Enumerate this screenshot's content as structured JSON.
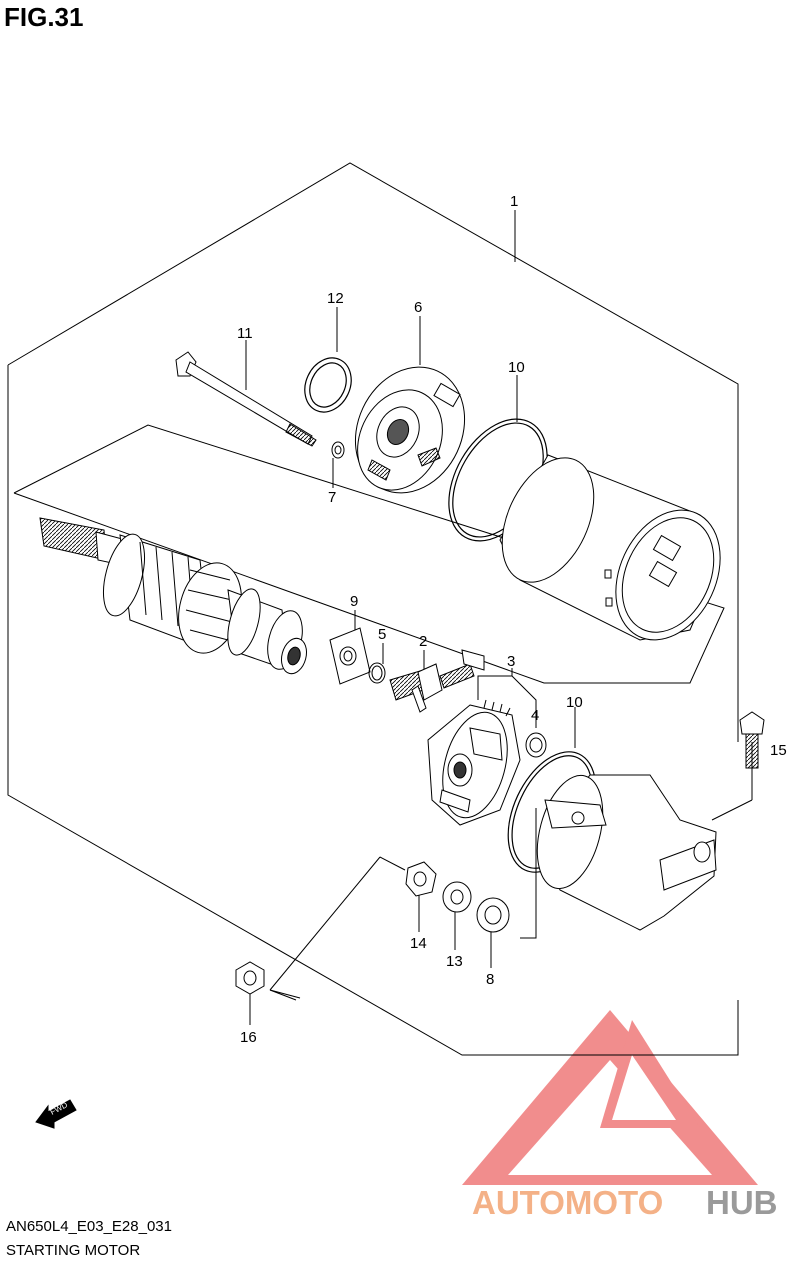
{
  "figure": {
    "title": "FIG.31",
    "code": "AN650L4_E03_E28_031",
    "name": "STARTING MOTOR"
  },
  "callouts": [
    "1",
    "12",
    "6",
    "11",
    "10",
    "7",
    "9",
    "5",
    "2",
    "3",
    "4",
    "10",
    "15",
    "14",
    "13",
    "8",
    "16"
  ],
  "fwd_label": "FWD",
  "watermark": {
    "part1": "AUTOMOTO",
    "part2": "HUB",
    "color1": "#f4b187",
    "color2": "#9a9a9a",
    "logo_color": "#ef7a7a"
  }
}
